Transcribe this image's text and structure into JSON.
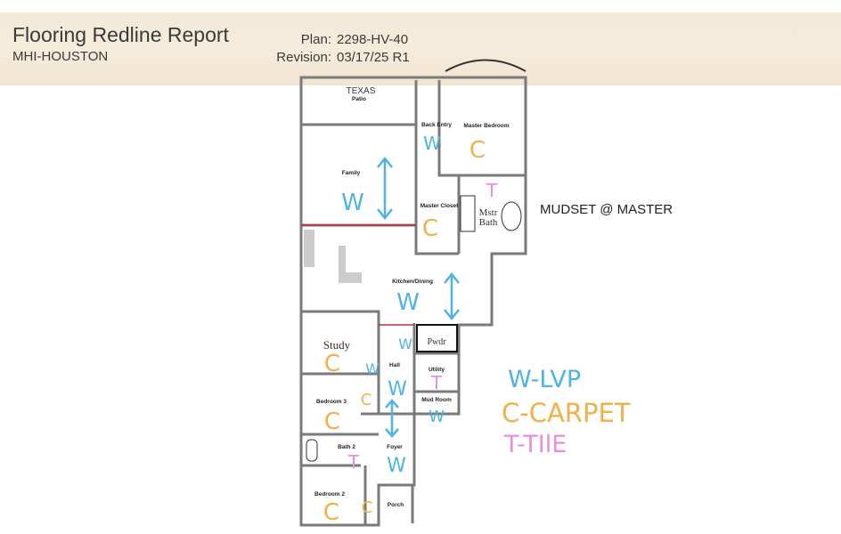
{
  "header": {
    "title": "Flooring Redline Report",
    "subtitle": "MHI-HOUSTON",
    "plan_label": "Plan:",
    "plan_value": "2298-HV-40",
    "revision_label": "Revision:",
    "revision_value": "03/17/25 R1"
  },
  "note": "MUDSET @ MASTER",
  "rooms": {
    "patio_title": "TEXAS",
    "patio": "Patio",
    "back_entry": "Back Entry",
    "master_bedroom": "Master Bedroom",
    "family": "Family",
    "master_closet": "Master Closet",
    "master_bath": "Mstr",
    "master_bath2": "Bath",
    "kitchen": "Kitchen/Dining",
    "study": "Study",
    "hall": "Hall",
    "powder": "Pwdr",
    "utility": "Utility",
    "bedroom3": "Bedroom 3",
    "mud_room": "Mud Room",
    "bath2": "Bath 2",
    "foyer": "Foyer",
    "bedroom2": "Bedroom 2",
    "porch": "Porch"
  },
  "marks": {
    "w": "W",
    "c": "C",
    "t": "T"
  },
  "legend": {
    "lvp": "W-LVP",
    "carpet": "C-CARPET",
    "tile": "T-TIlE"
  },
  "colors": {
    "lvp": "#4fb3e3",
    "carpet": "#f0b04a",
    "tile": "#e58fe0",
    "wall": "#7a7a7a"
  }
}
